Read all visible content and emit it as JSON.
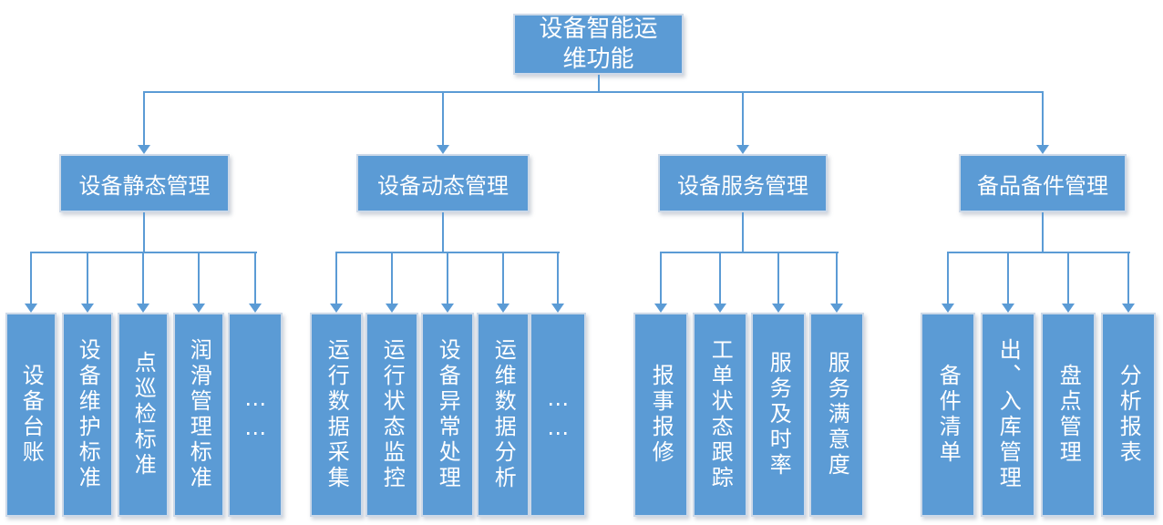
{
  "diagram": {
    "root": {
      "label": "设备智能运维功能"
    },
    "branches": [
      {
        "label": "设备静态管理",
        "children": [
          "设备台账",
          "设备维护标准",
          "点巡检标准",
          "润滑管理标准",
          "……"
        ]
      },
      {
        "label": "设备动态管理",
        "children": [
          "运行数据采集",
          "运行状态监控",
          "设备异常处理",
          "运维数据分析",
          "……"
        ]
      },
      {
        "label": "设备服务管理",
        "children": [
          "报事报修",
          "工单状态跟踪",
          "服务及时率",
          "服务满意度"
        ]
      },
      {
        "label": "备品备件管理",
        "children": [
          "备件清单",
          "出、入库管理",
          "盘点管理",
          "分析报表"
        ]
      }
    ],
    "colors": {
      "node_fill": "#5B9BD5",
      "node_border": "#CDD9E8",
      "node_text": "#FFFFFF",
      "connector": "#5B9BD5",
      "background": "#FFFFFF"
    }
  }
}
